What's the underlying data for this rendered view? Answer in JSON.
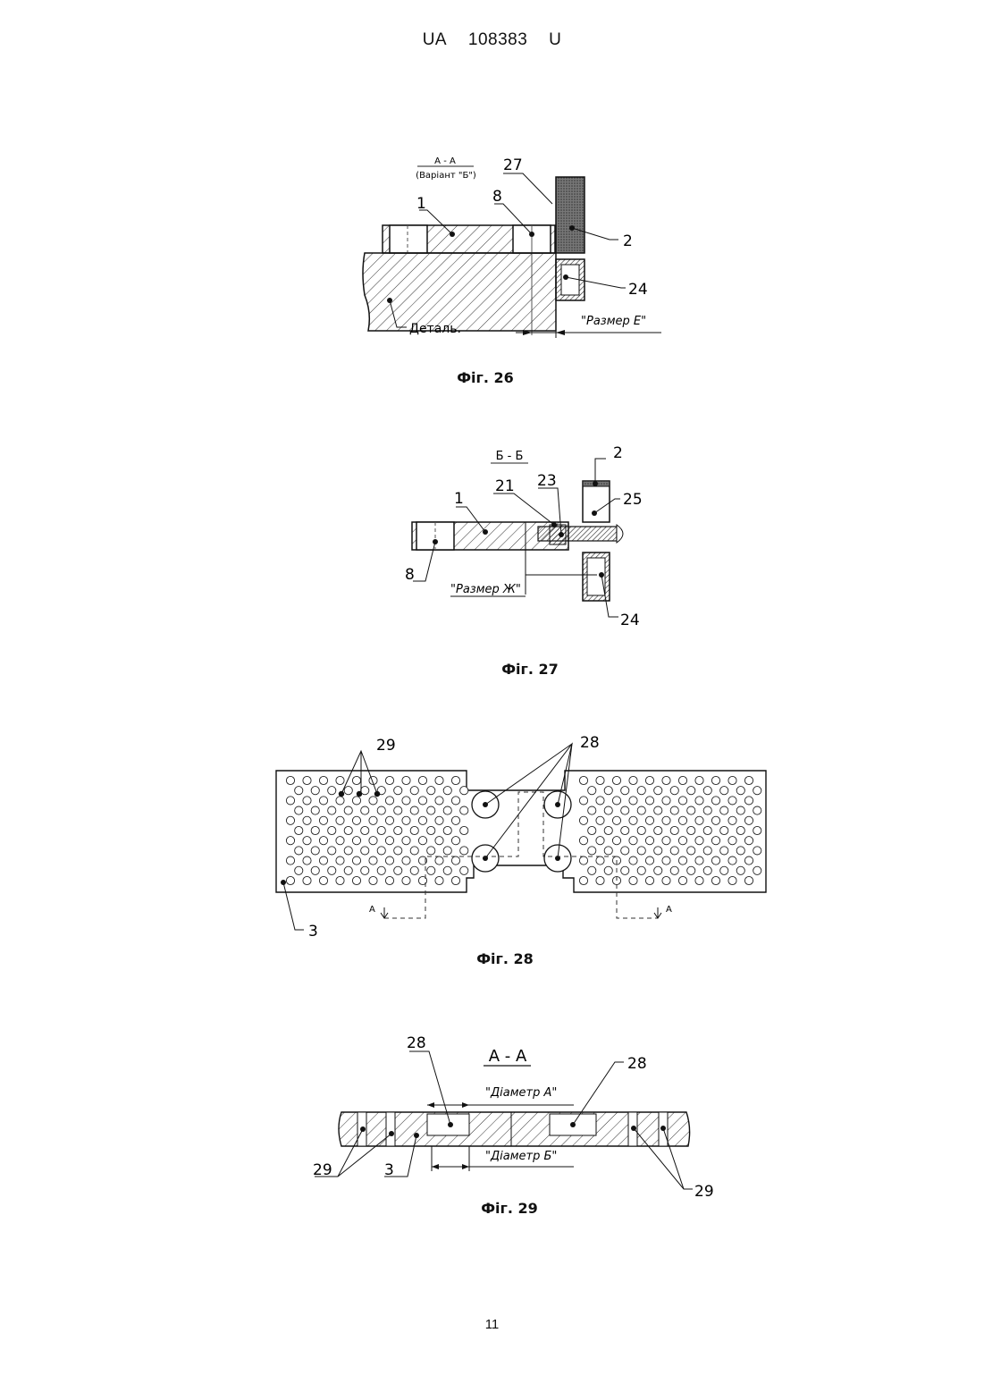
{
  "header": {
    "country": "UA",
    "number": "108383",
    "kind": "U"
  },
  "page_number": "11",
  "fig26": {
    "caption": "Фіг. 26",
    "section_title": "А - А",
    "section_subtitle": "(Варіант \"Б\")",
    "labels": {
      "l27": "27",
      "l1": "1",
      "l8": "8",
      "l2": "2",
      "l24": "24"
    },
    "detail_label": "Деталь.",
    "dimension": "\"Размер Е\""
  },
  "fig27": {
    "caption": "Фіг. 27",
    "section_title": "Б - Б",
    "labels": {
      "l2": "2",
      "l21": "21",
      "l23": "23",
      "l25": "25",
      "l1": "1",
      "l8": "8",
      "l24": "24"
    },
    "dimension": "\"Размер Ж\""
  },
  "fig28": {
    "caption": "Фіг. 28",
    "labels": {
      "l29": "29",
      "l28": "28",
      "l3": "3"
    },
    "section_mark": "А"
  },
  "fig29": {
    "caption": "Фіг. 29",
    "section_title": "А - А",
    "labels": {
      "l28a": "28",
      "l28b": "28",
      "l29a": "29",
      "l3": "3",
      "l29b": "29"
    },
    "diameter_a": "\"Діаметр А\"",
    "diameter_b": "\"Діаметр Б\""
  }
}
